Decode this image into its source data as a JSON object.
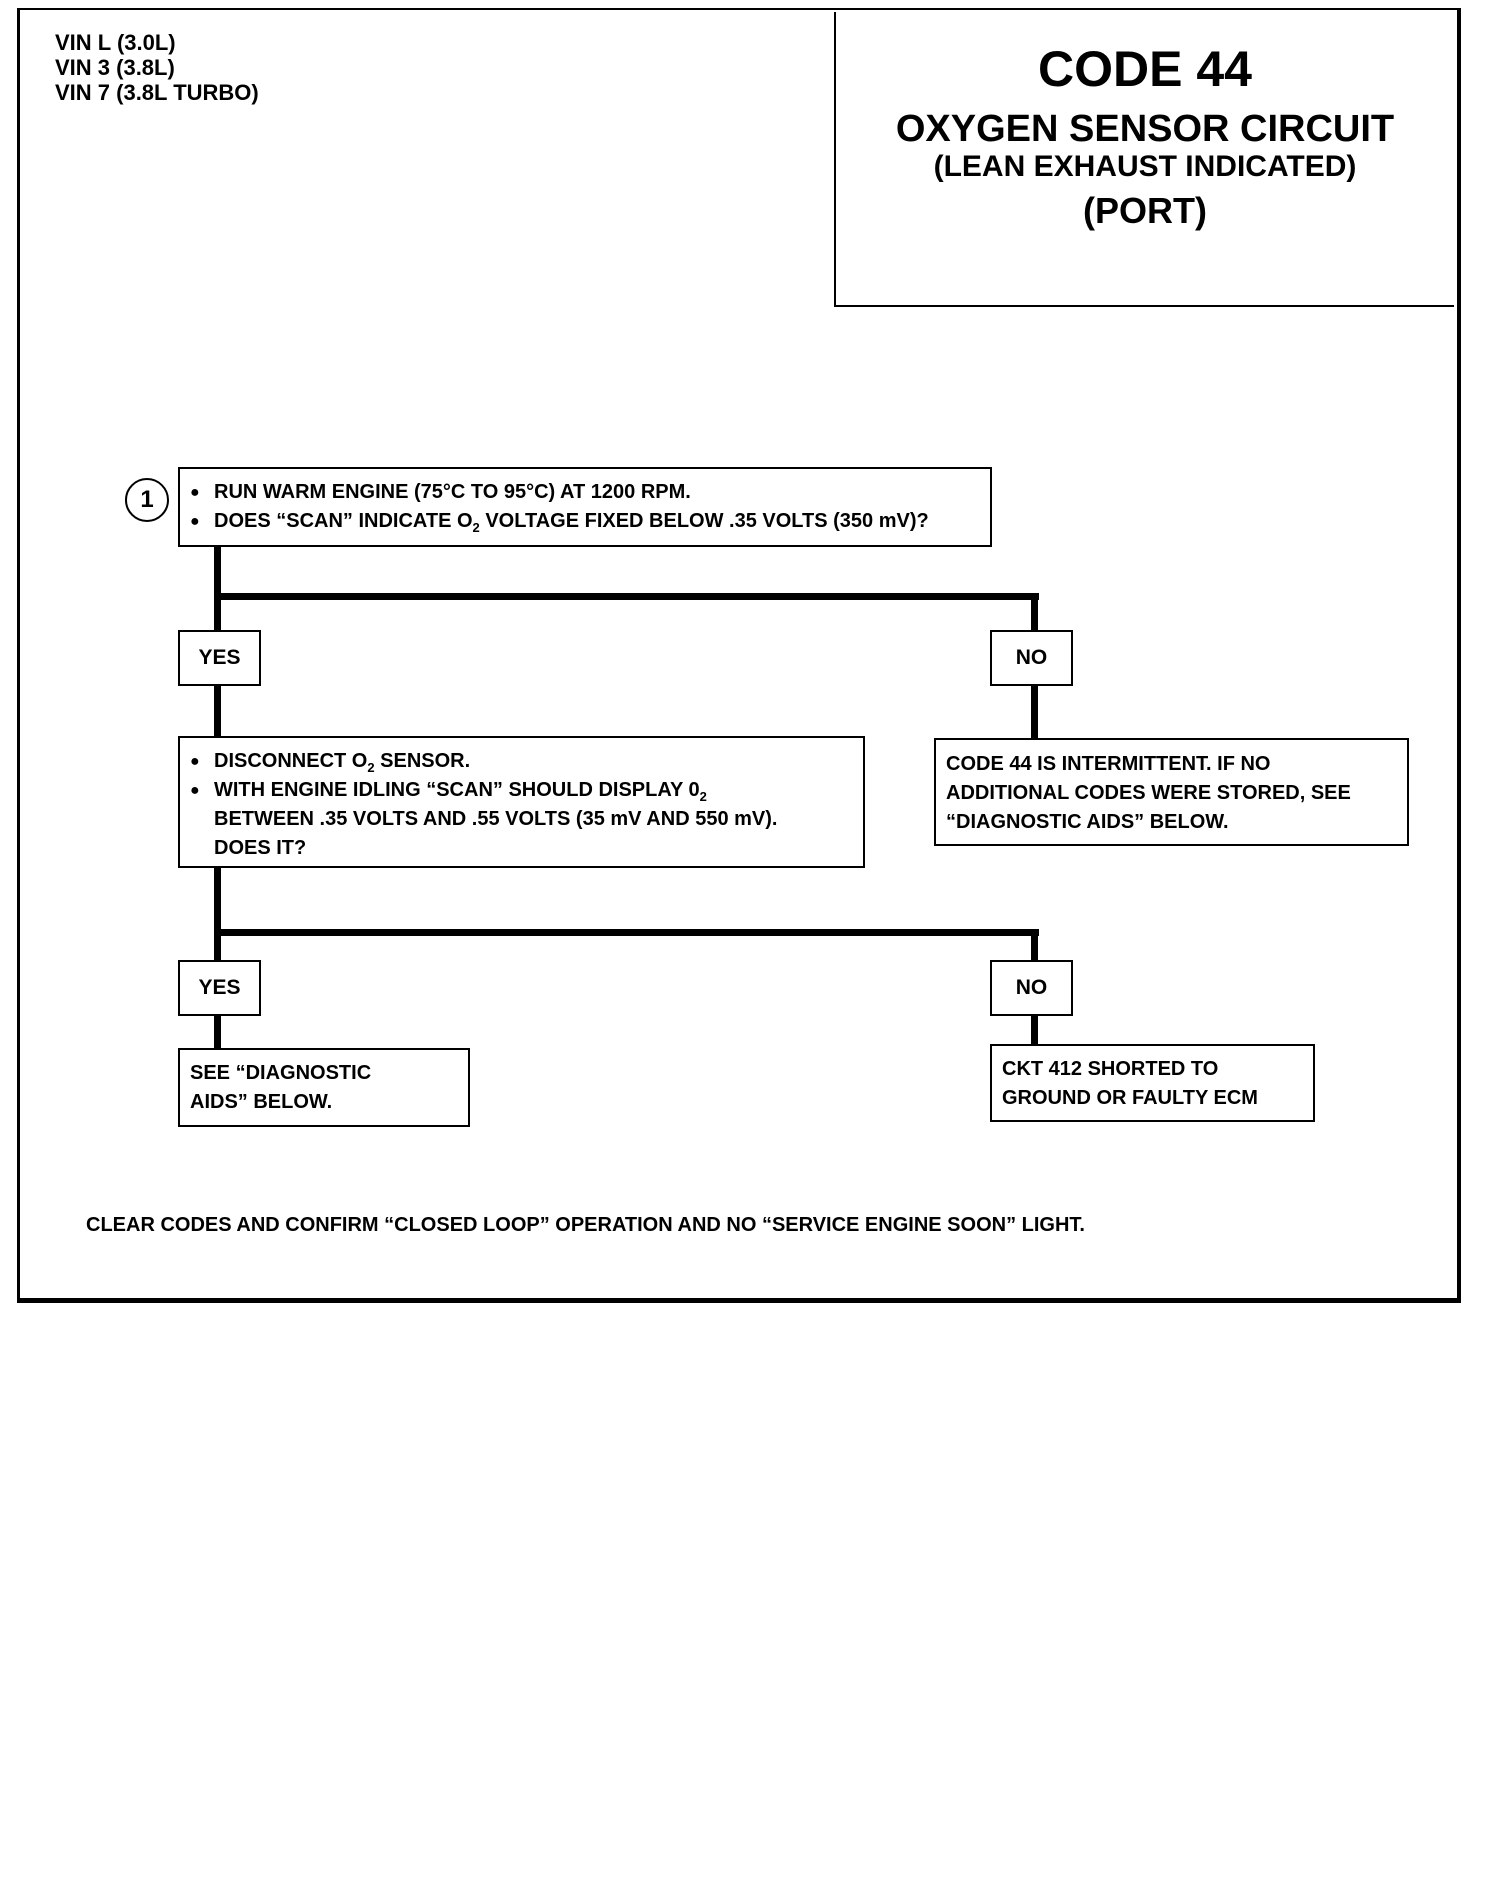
{
  "vin_lines": [
    "VIN L (3.0L)",
    "VIN 3 (3.8L)",
    "VIN 7 (3.8L TURBO)"
  ],
  "title": {
    "code": "CODE 44",
    "line1": "OXYGEN SENSOR CIRCUIT",
    "line2": "(LEAN EXHAUST INDICATED)",
    "line3": "(PORT)"
  },
  "step1": {
    "marker": "1",
    "bullet1": "RUN WARM ENGINE  (75°C TO 95°C) AT 1200 RPM.",
    "bullet2_pre": "DOES “SCAN” INDICATE O",
    "bullet2_sub": "2",
    "bullet2_post": " VOLTAGE FIXED BELOW .35 VOLTS (350 mV)?"
  },
  "branch1": {
    "yes_label": "YES",
    "no_label": "NO"
  },
  "step2": {
    "bullet1_pre": "DISCONNECT O",
    "bullet1_sub": "2",
    "bullet1_post": " SENSOR.",
    "bullet2_pre": "WITH ENGINE IDLING “SCAN” SHOULD DISPLAY 0",
    "bullet2_sub": "2",
    "bullet2_cont1": "BETWEEN .35 VOLTS AND .55 VOLTS (35 mV AND 550 mV).",
    "bullet2_cont2": "DOES IT?"
  },
  "intermittent": {
    "line1": "CODE 44 IS INTERMITTENT.  IF NO",
    "line2": "ADDITIONAL CODES WERE STORED,  SEE",
    "line3": "“DIAGNOSTIC AIDS”  BELOW."
  },
  "branch2": {
    "yes_label": "YES",
    "no_label": "NO"
  },
  "see_aids": {
    "line1": "SEE  “DIAGNOSTIC",
    "line2": "AIDS”  BELOW."
  },
  "ckt": {
    "line1": "CKT  412  SHORTED TO",
    "line2": "GROUND OR FAULTY ECM"
  },
  "footer": "CLEAR CODES AND CONFIRM “CLOSED LOOP”  OPERATION AND NO “SERVICE ENGINE SOON” LIGHT."
}
